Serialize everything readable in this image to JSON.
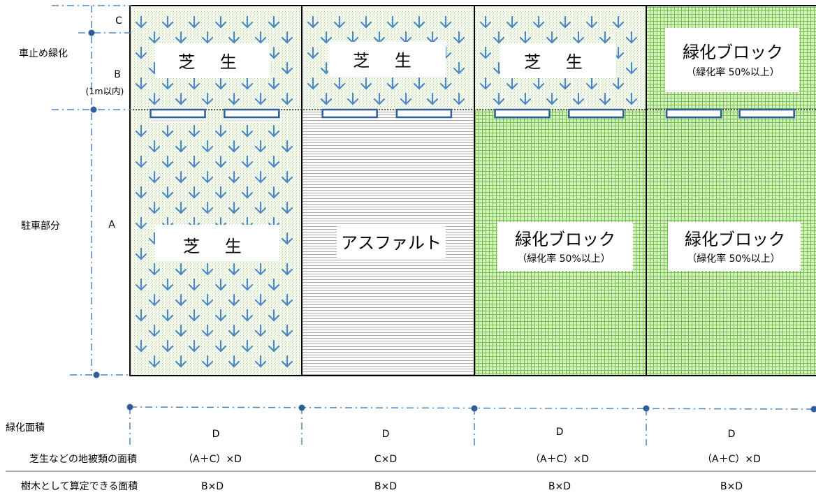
{
  "left_labels": {
    "c": "C",
    "curb_greening": "車止め緑化",
    "b": "B",
    "b_note": "(1m以内)",
    "parking_part": "駐車部分",
    "a": "A"
  },
  "panels": [
    {
      "surface": "grass",
      "top_label": "芝 生",
      "top_note": "",
      "main_label": "芝 生",
      "main_note": ""
    },
    {
      "surface": "asphalt",
      "top_label": "芝 生",
      "top_note": "",
      "main_label": "アスファルト",
      "main_note": ""
    },
    {
      "surface": "block",
      "top_label": "芝 生",
      "top_note": "",
      "main_label": "緑化ブロック",
      "main_note": "（緑化率 50%以上）"
    },
    {
      "surface": "block",
      "top_label": "緑化ブロック",
      "top_note": "（緑化率 50%以上）",
      "main_label": "緑化ブロック",
      "main_note": "（緑化率 50%以上）"
    }
  ],
  "width_label": "D",
  "bottom": {
    "greening_area_label": "緑化面積",
    "groundcover_label": "芝生などの地被類の面積",
    "tree_label": "樹木として算定できる面積",
    "groundcover_values": [
      "（A＋C）×D",
      "C×D",
      "（A＋C）×D",
      "（A＋C）×D"
    ],
    "tree_values": [
      "B×D",
      "B×D",
      "B×D",
      "B×D"
    ]
  },
  "colors": {
    "border": "#000000",
    "dim_line": "#4a86c6",
    "dot": "#2f5c9b",
    "grass_dot": "#8fcf6a",
    "arrow": "#4f87c4",
    "asphalt_line": "#9a9a9a",
    "block_bg": "#d9f2c4",
    "block_grid": "#6cc04a",
    "stopper": "#2f5c9b"
  }
}
